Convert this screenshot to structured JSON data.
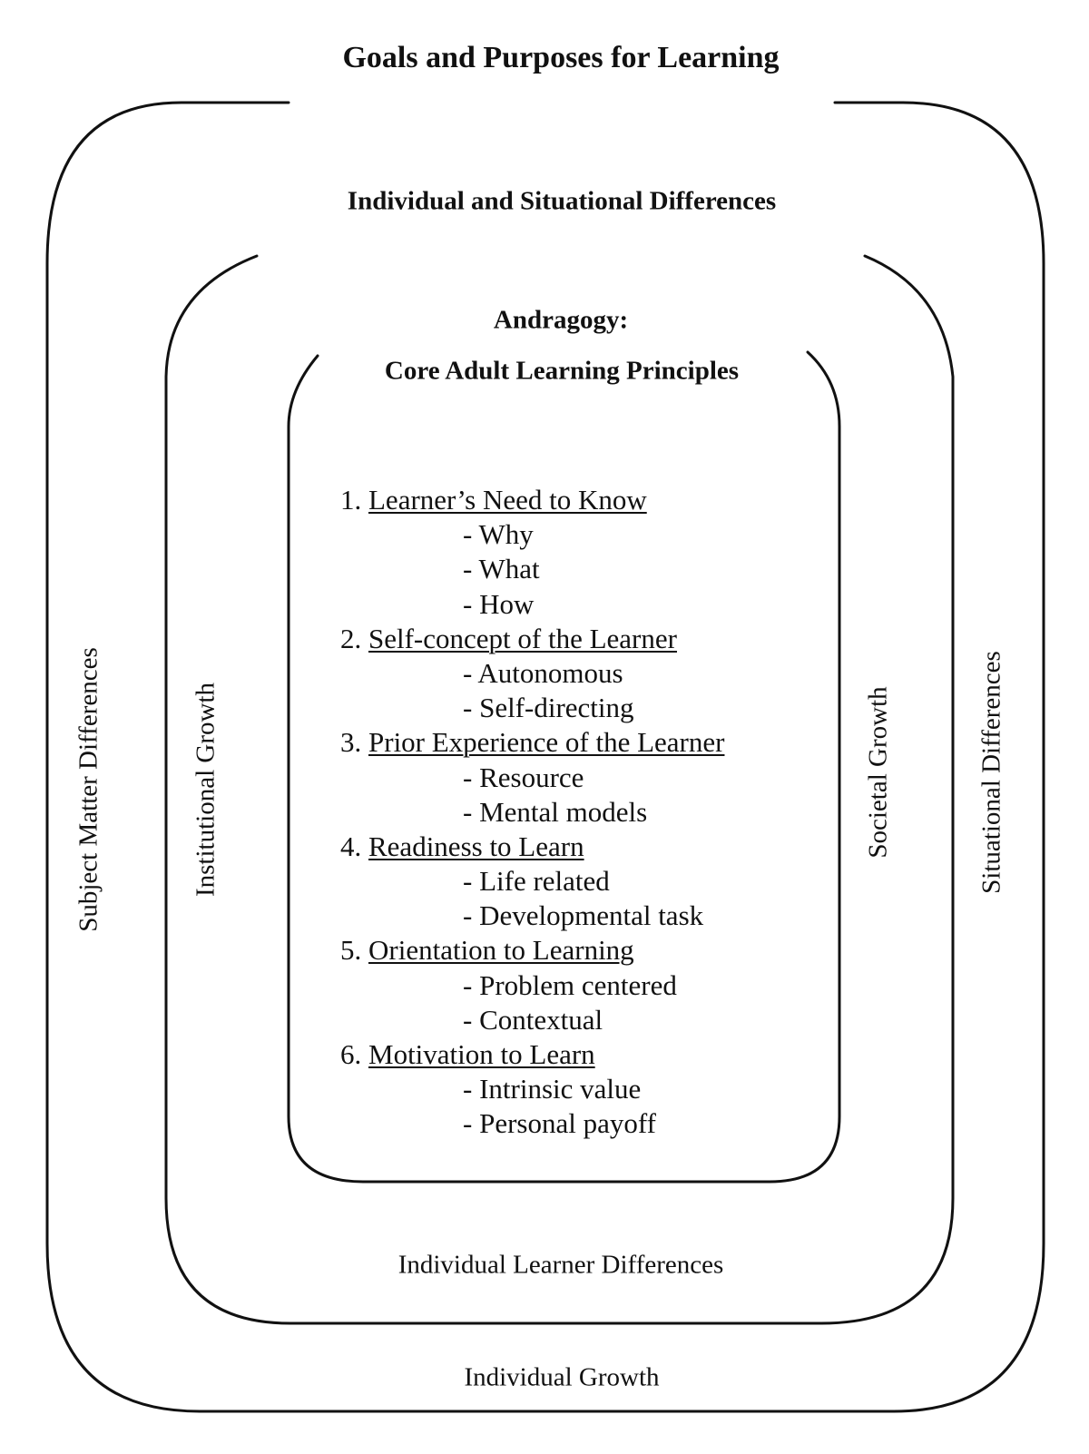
{
  "outer_ring": {
    "top_label": "Goals and Purposes for Learning",
    "bottom_label": "Individual Growth",
    "left_label": "Subject Matter Differences",
    "right_label": "Situational Differences"
  },
  "middle_ring": {
    "top_label": "Individual and Situational Differences",
    "bottom_label": "Individual Learner Differences",
    "left_label": "Institutional Growth",
    "right_label": "Societal Growth"
  },
  "core": {
    "title_line1": "Andragogy:",
    "title_line2": "Core Adult Learning Principles",
    "principles": [
      {
        "number": "1.",
        "title": "Learner’s Need to Know",
        "items": [
          "- Why",
          "- What",
          "- How"
        ]
      },
      {
        "number": "2.",
        "title": "Self-concept of the Learner",
        "items": [
          "- Autonomous",
          "- Self-directing"
        ]
      },
      {
        "number": "3.",
        "title": "Prior Experience of the Learner",
        "items": [
          "- Resource",
          "- Mental models"
        ]
      },
      {
        "number": "4.",
        "title": "Readiness to Learn",
        "items": [
          "- Life related",
          "- Developmental task"
        ]
      },
      {
        "number": "5.",
        "title": "Orientation to Learning",
        "items": [
          "- Problem centered",
          "- Contextual"
        ]
      },
      {
        "number": "6.",
        "title": "Motivation to Learn",
        "items": [
          "- Intrinsic value",
          "- Personal payoff"
        ]
      }
    ]
  }
}
